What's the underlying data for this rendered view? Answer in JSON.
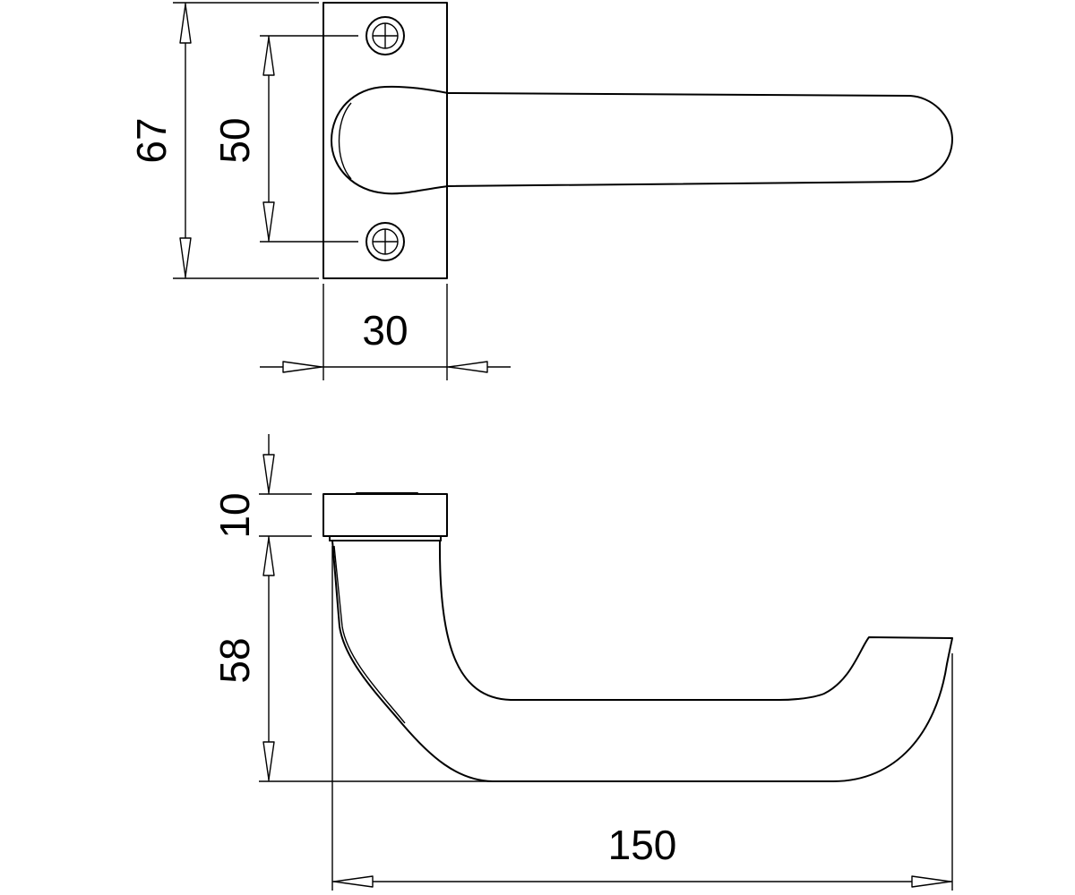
{
  "dimensions": {
    "plate_height": "67",
    "screw_spacing": "50",
    "plate_width": "30",
    "rose_height": "10",
    "lever_drop": "58",
    "lever_length": "150"
  }
}
